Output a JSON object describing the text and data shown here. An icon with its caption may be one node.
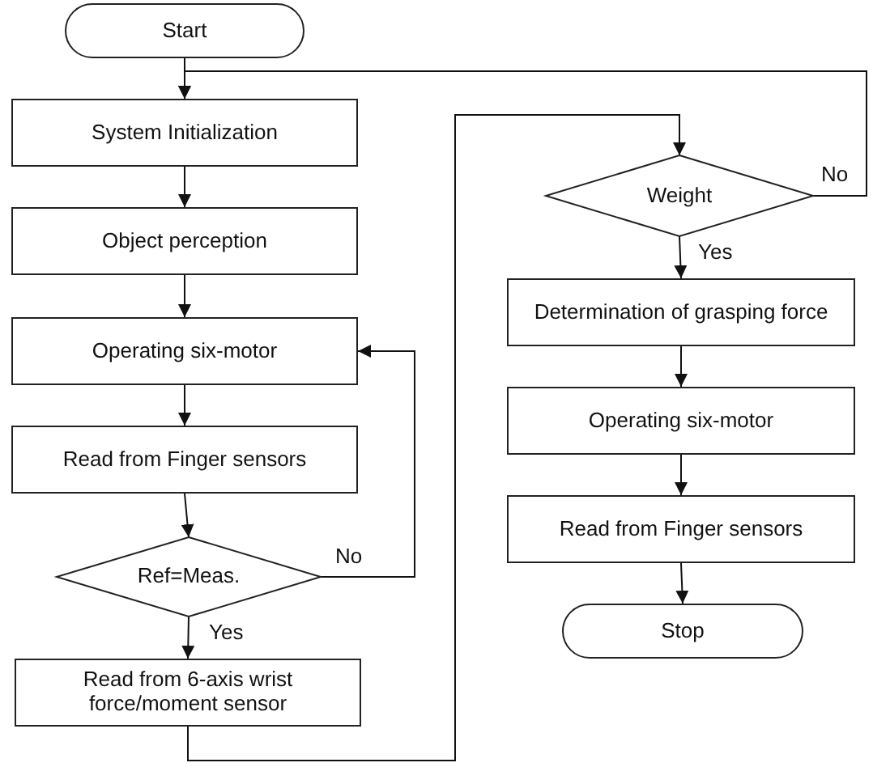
{
  "diagram": {
    "nodes": [
      {
        "text": [
          "Start"
        ]
      },
      {
        "text": [
          "System Initialization"
        ]
      },
      {
        "text": [
          "Object perception"
        ]
      },
      {
        "text": [
          "Operating six-motor"
        ]
      },
      {
        "text": [
          "Read from Finger sensors"
        ]
      },
      {
        "text": [
          "Ref=Meas."
        ]
      },
      {
        "text": [
          "Read from 6-axis wrist force/moment sensor"
        ]
      },
      {
        "text": [
          "Weight"
        ]
      },
      {
        "text": [
          "Determination of grasping force"
        ]
      },
      {
        "text": [
          "Operating six-motor"
        ]
      },
      {
        "text": [
          "Read from Finger sensors"
        ]
      },
      {
        "text": [
          "Stop"
        ]
      }
    ],
    "edges": [
      {
        "from": 0,
        "to": 1,
        "arrow": "to"
      },
      {
        "from": 1,
        "to": 2,
        "arrow": "to"
      },
      {
        "from": 2,
        "to": 3,
        "arrow": "to"
      },
      {
        "from": 3,
        "to": 4,
        "arrow": "to"
      },
      {
        "from": 4,
        "to": 5,
        "arrow": "to"
      },
      {
        "from": 5,
        "to": 6,
        "arrow": "to",
        "label": "Yes"
      },
      {
        "from": 5,
        "to": 3,
        "arrow": "to",
        "label": "No"
      },
      {
        "from": 6,
        "to": 7,
        "arrow": "to"
      },
      {
        "from": 7,
        "to": 1,
        "arrow": "to",
        "label": "No"
      },
      {
        "from": 7,
        "to": 8,
        "arrow": "to",
        "label": "Yes"
      },
      {
        "from": 8,
        "to": 9,
        "arrow": "to"
      },
      {
        "from": 9,
        "to": 10,
        "arrow": "to"
      },
      {
        "from": 10,
        "to": 11,
        "arrow": "to"
      }
    ]
  }
}
